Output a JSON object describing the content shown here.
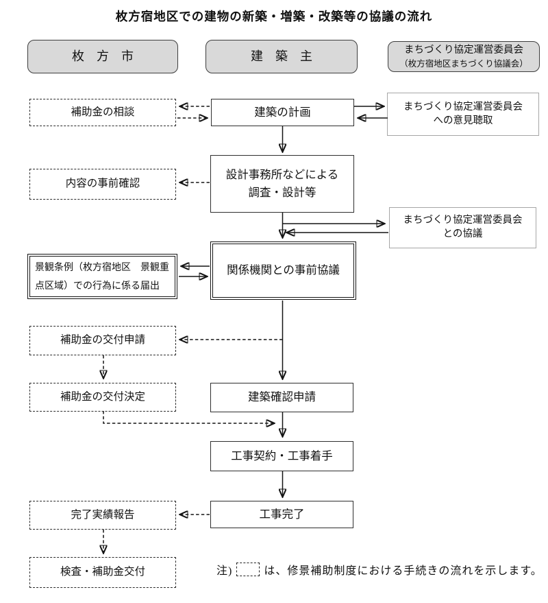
{
  "title": "枚方宿地区での建物の新築・増築・改築等の協議の流れ",
  "headers": {
    "city": {
      "label": "枚　方　市"
    },
    "owner": {
      "label": "建　築　主"
    },
    "committee": {
      "lines": [
        "まちづくり協定運営委員会",
        "（枚方宿地区まちづくり協議会）"
      ]
    }
  },
  "nodes": {
    "subsidy_consult": {
      "label": "補助金の相談"
    },
    "building_plan": {
      "label": "建築の計画"
    },
    "opinion_hearing": {
      "lines": [
        "まちづくり協定運営委員会",
        "への意見聴取"
      ]
    },
    "content_preconfirm": {
      "label": "内容の事前確認"
    },
    "design_office": {
      "lines": [
        "設計事務所などによる",
        "調査・設計等"
      ]
    },
    "committee_consult": {
      "lines": [
        "まちづくり協定運営委員会",
        "との協議"
      ]
    },
    "landscape_notice": {
      "lines": [
        "景観条例（枚方宿地区　景観重",
        "点区域）での行為に係る届出"
      ]
    },
    "pre_consult": {
      "label": "関係機関との事前協議"
    },
    "subsidy_apply": {
      "label": "補助金の交付申請"
    },
    "subsidy_decision": {
      "label": "補助金の交付決定"
    },
    "building_confirm": {
      "label": "建築確認申請"
    },
    "construction_start": {
      "label": "工事契約・工事着手"
    },
    "construction_complete": {
      "label": "工事完了"
    },
    "completion_report": {
      "label": "完了実績報告"
    },
    "inspection_grant": {
      "label": "検査・補助金交付"
    }
  },
  "note": {
    "prefix": "注)",
    "text": "は、修景補助制度における手続きの流れを示します。"
  },
  "colors": {
    "header_fill": "#d9d9d9",
    "line_color": "#141414",
    "light_border": "#a6a6a6",
    "background": "#ffffff"
  }
}
